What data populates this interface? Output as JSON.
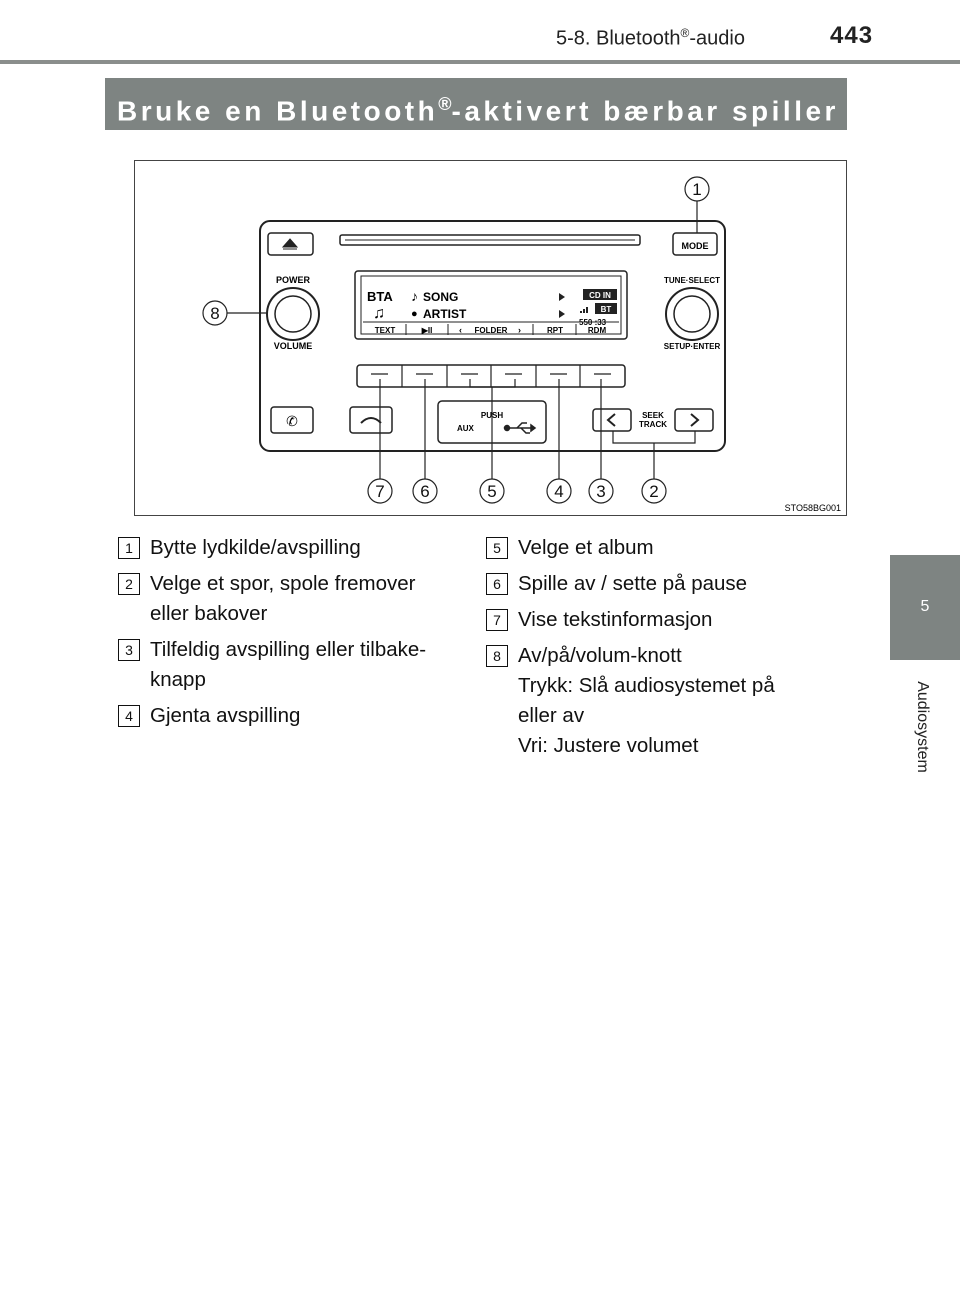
{
  "header": {
    "section_prefix": "5-8. Bluetooth",
    "section_sup": "®",
    "section_suffix": "-audio",
    "page_number": "443"
  },
  "side_tab": {
    "number": "5",
    "label": "Audiosystem"
  },
  "banner": {
    "prefix": "Bruke en Bluetooth",
    "sup": "®",
    "suffix": "-aktivert bærbar spiller"
  },
  "figure": {
    "code": "STO58BG001",
    "callouts": [
      "1",
      "2",
      "3",
      "4",
      "5",
      "6",
      "7",
      "8"
    ],
    "labels": {
      "power": "POWER",
      "volume": "VOLUME",
      "mode": "MODE",
      "tune_select": "TUNE·SELECT",
      "setup_enter": "SETUP·ENTER",
      "push": "PUSH",
      "aux": "AUX",
      "seek": "SEEK",
      "track": "TRACK"
    },
    "display": {
      "source": "BTA",
      "song": "SONG",
      "artist": "ARTIST",
      "badge_cd": "CD IN",
      "badge_bt": "BT",
      "time": "550 :33",
      "softkeys": [
        "TEXT",
        "▶II",
        "FOLDER",
        "RPT",
        "RDM"
      ]
    }
  },
  "legend": [
    {
      "num": "1",
      "lines": [
        "Bytte lydkilde/avspilling"
      ]
    },
    {
      "num": "2",
      "lines": [
        "Velge et spor, spole fremover",
        "eller bakover"
      ]
    },
    {
      "num": "3",
      "lines": [
        "Tilfeldig avspilling eller tilbake-",
        "knapp"
      ]
    },
    {
      "num": "4",
      "lines": [
        "Gjenta avspilling"
      ]
    },
    {
      "num": "5",
      "lines": [
        "Velge et album"
      ]
    },
    {
      "num": "6",
      "lines": [
        "Spille av / sette på pause"
      ]
    },
    {
      "num": "7",
      "lines": [
        "Vise tekstinformasjon"
      ]
    },
    {
      "num": "8",
      "lines": [
        "Av/på/volum-knott",
        "Trykk: Slå audiosystemet på",
        "eller av",
        "Vri: Justere volumet"
      ]
    }
  ],
  "colors": {
    "banner_bg": "#7e8482",
    "rule": "#8a8e8c",
    "text": "#111111"
  }
}
